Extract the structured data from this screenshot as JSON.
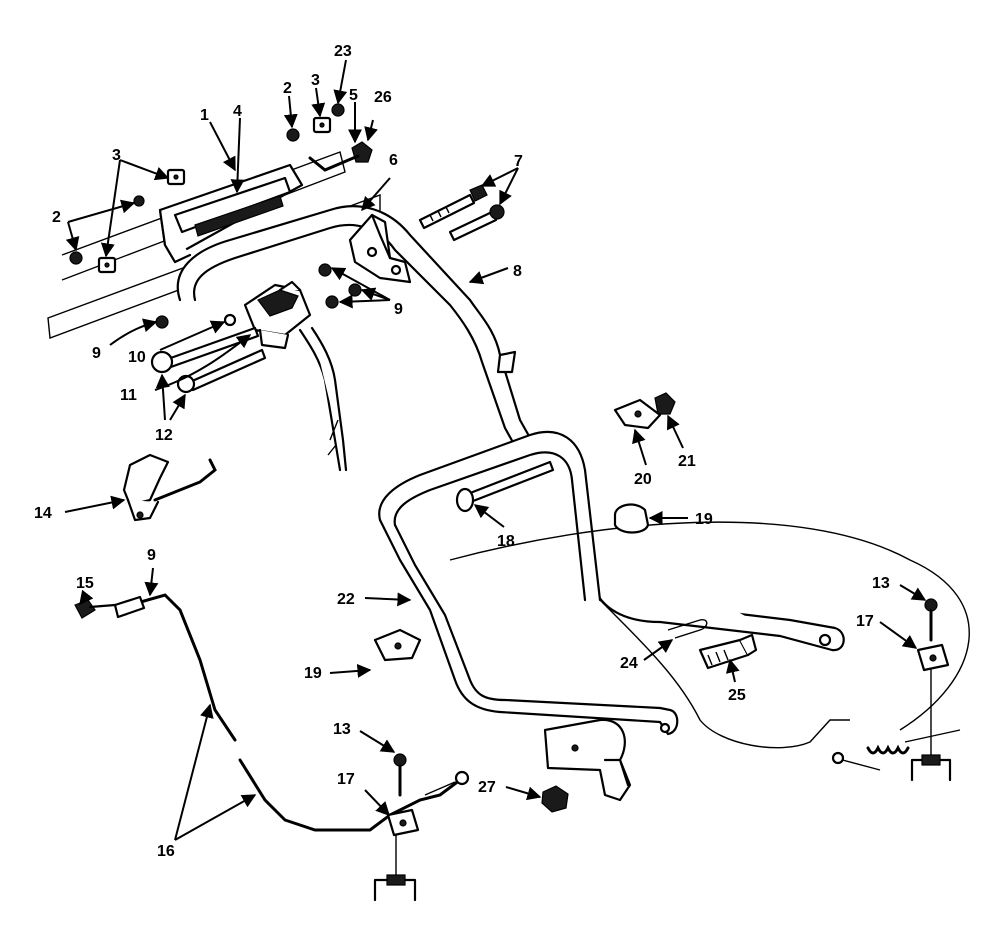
{
  "diagram": {
    "colors": {
      "ink": "#000000",
      "paper": "#ffffff"
    },
    "callouts": {
      "c1": "1",
      "c2a": "2",
      "c2b": "2",
      "c3a": "3",
      "c3b": "3",
      "c4": "4",
      "c5": "5",
      "c6": "6",
      "c7": "7",
      "c8": "8",
      "c9a": "9",
      "c9b": "9",
      "c9c": "9",
      "c10": "10",
      "c11": "11",
      "c12": "12",
      "c13a": "13",
      "c13b": "13",
      "c14": "14",
      "c15": "15",
      "c16": "16",
      "c17a": "17",
      "c17b": "17",
      "c18": "18",
      "c19a": "19",
      "c19b": "19",
      "c20": "20",
      "c21": "21",
      "c22": "22",
      "c23": "23",
      "c24": "24",
      "c25": "25",
      "c26": "26",
      "c27": "27"
    }
  }
}
